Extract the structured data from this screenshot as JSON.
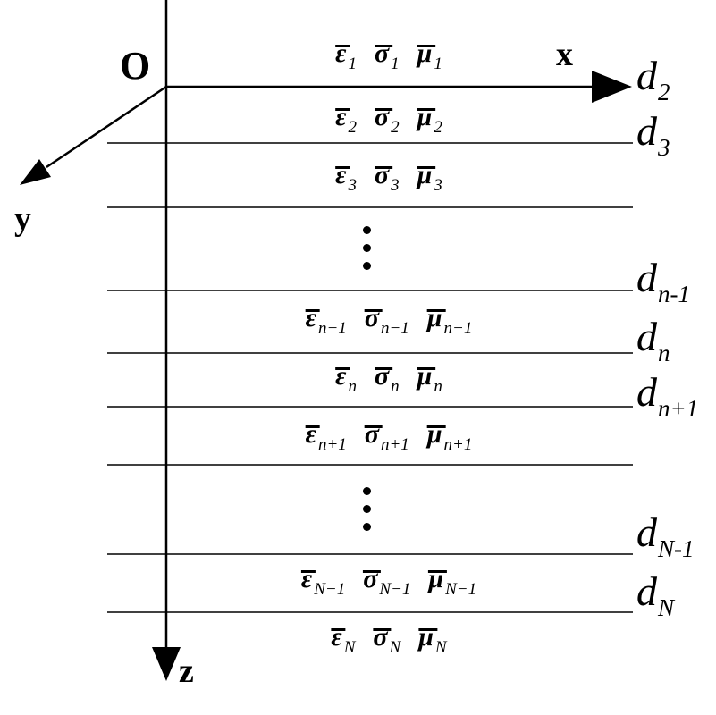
{
  "axes": {
    "origin": "O",
    "x": "x",
    "y": "y",
    "z": "z"
  },
  "symbols": {
    "epsilon": "ε",
    "sigma": "σ",
    "mu": "μ"
  },
  "layers": [
    {
      "sub": "1"
    },
    {
      "sub": "2"
    },
    {
      "sub": "3"
    },
    {
      "sub": "n−1"
    },
    {
      "sub": "n"
    },
    {
      "sub": "n+1"
    },
    {
      "sub": "N−1"
    },
    {
      "sub": "N"
    }
  ],
  "interfaces": [
    {
      "base": "d",
      "sub": "2"
    },
    {
      "base": "d",
      "sub": "3"
    },
    {
      "base": "d",
      "sub": "n-1"
    },
    {
      "base": "d",
      "sub": "n"
    },
    {
      "base": "d",
      "sub": "n+1"
    },
    {
      "base": "d",
      "sub": "N-1"
    },
    {
      "base": "d",
      "sub": "N"
    }
  ]
}
